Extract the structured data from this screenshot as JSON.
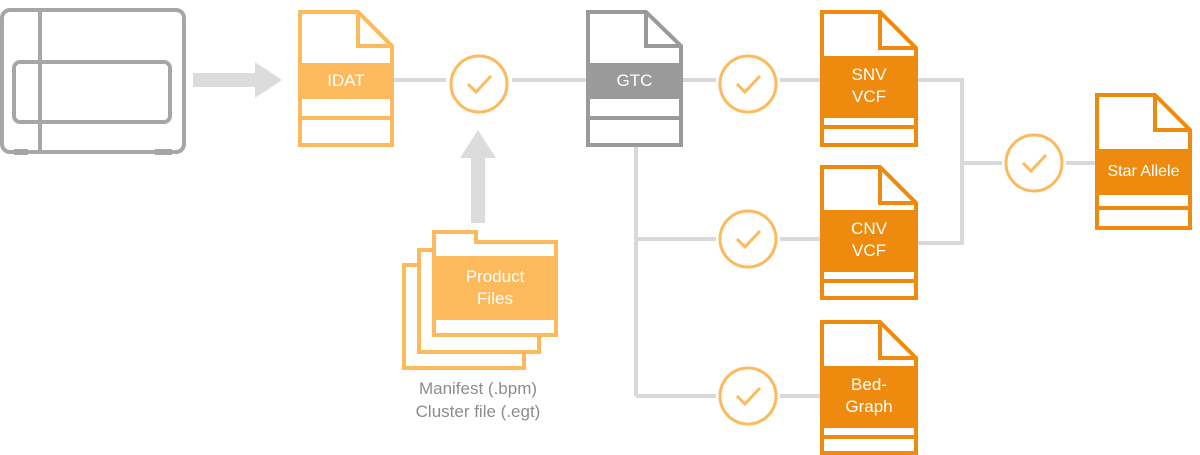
{
  "colors": {
    "light_orange": "#fdba5c",
    "dark_orange": "#ee8b0e",
    "gray": "#9a9a9a",
    "line_gray": "#d9d9d9",
    "text_gray": "#8c8c8c"
  },
  "icons": [
    "scanner-icon",
    "document-icon",
    "checkmark-circle-icon",
    "folder-stack-icon",
    "arrow-icon"
  ],
  "files": {
    "idat": "IDAT",
    "gtc": "GTC",
    "snv_line1": "SNV",
    "snv_line2": "VCF",
    "cnv_line1": "CNV",
    "cnv_line2": "VCF",
    "bed_line1": "Bed-",
    "bed_line2": "Graph",
    "star": "Star Allele"
  },
  "product_files": {
    "line1": "Product",
    "line2": "Files"
  },
  "caption": {
    "line1": "Manifest (.bpm)",
    "line2": "Cluster file (.egt)"
  }
}
